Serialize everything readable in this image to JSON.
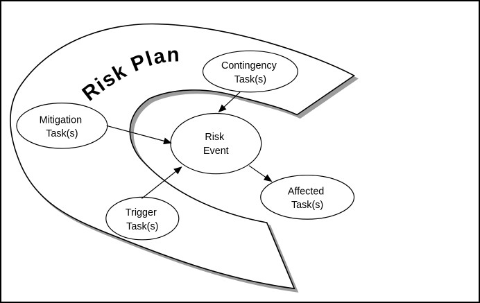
{
  "diagram": {
    "title": "Risk Plan",
    "nodes": [
      {
        "id": "mitigation-tasks",
        "line1": "Mitigation",
        "line2": "Task(s)"
      },
      {
        "id": "contingency-tasks",
        "line1": "Contingency",
        "line2": "Task(s)"
      },
      {
        "id": "risk-event",
        "line1": "Risk",
        "line2": "Event"
      },
      {
        "id": "trigger-tasks",
        "line1": "Trigger",
        "line2": "Task(s)"
      },
      {
        "id": "affected-tasks",
        "line1": "Affected",
        "line2": "Task(s)"
      }
    ],
    "edges": [
      {
        "from": "mitigation-tasks",
        "to": "risk-event"
      },
      {
        "from": "contingency-tasks",
        "to": "risk-event"
      },
      {
        "from": "trigger-tasks",
        "to": "risk-event"
      },
      {
        "from": "risk-event",
        "to": "affected-tasks"
      }
    ],
    "colors": {
      "line": "#000000",
      "fill": "#ffffff",
      "shadow": "#9c9c9c",
      "text": "#000000",
      "frame": "#000000"
    }
  }
}
